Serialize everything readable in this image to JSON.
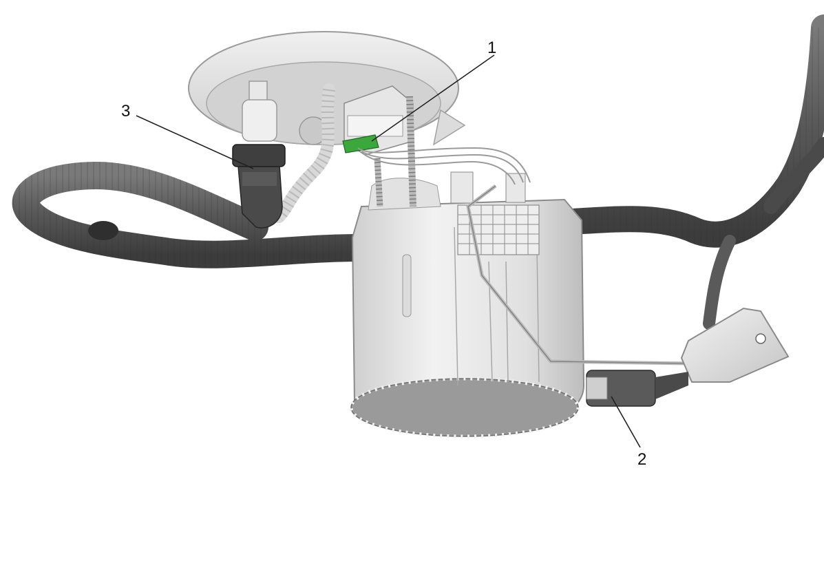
{
  "callouts": [
    {
      "id": "1",
      "label": "1"
    },
    {
      "id": "2",
      "label": "2"
    },
    {
      "id": "3",
      "label": "3"
    }
  ],
  "colors": {
    "background": "#ffffff",
    "hose_dark": "#555555",
    "hose_shadow": "#3f3f3f",
    "module_light": "#e4e4e4",
    "module_shade": "#c8c8c8",
    "flange": "#dedede",
    "connector_green": "#3aa83a",
    "leader": "#222222"
  }
}
